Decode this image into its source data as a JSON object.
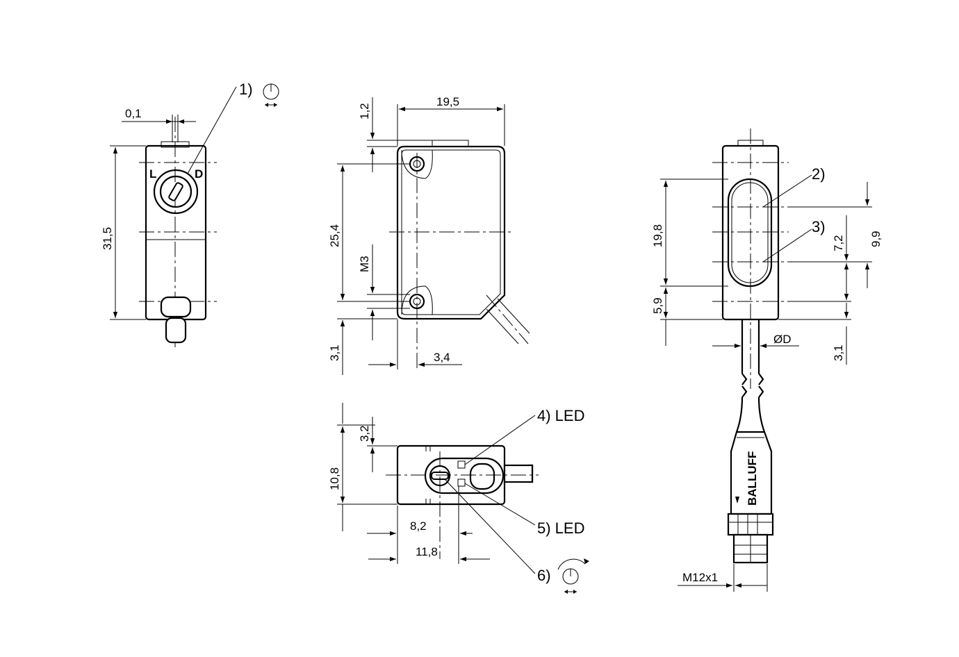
{
  "dimensions": {
    "side_thickness": "0,1",
    "side_height": "31,5",
    "front_width": "19,5",
    "front_top_offset": "1,2",
    "front_hole_spacing": "25,4",
    "front_thread": "M3",
    "front_bottom_offset": "3,1",
    "front_hole_x": "3,4",
    "bottom_depth_top": "3,2",
    "bottom_depth": "10,8",
    "bottom_pos_a": "8,2",
    "bottom_pos_b": "11,8",
    "rear_window_height": "19,8",
    "rear_bottom_offset": "5,9",
    "rear_right_bottom": "3,1",
    "rear_optic_spacing": "7,2",
    "rear_optic_height": "9,9",
    "cable_diameter": "ØD",
    "connector_thread": "M12x1"
  },
  "callouts": {
    "c1": "1)",
    "c2": "2)",
    "c3": "3)",
    "c4": "4) LED",
    "c5": "5) LED",
    "c6": "6)"
  },
  "marks": {
    "selector_left": "L",
    "selector_right": "D",
    "brand": "BALLUFF"
  },
  "icons": {
    "potentiometer": "adjust-knob-icon",
    "rotary": "rotary-adjust-icon"
  },
  "colors": {
    "line": "#000000",
    "background": "#ffffff"
  }
}
